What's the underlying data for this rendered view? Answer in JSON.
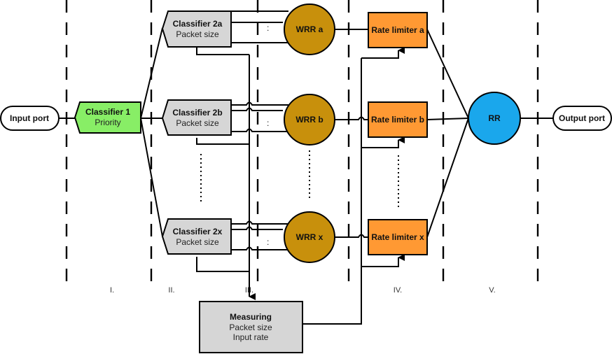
{
  "diagram": {
    "colors": {
      "classifier1": "#88ee66",
      "classifier2": "#d6d6d6",
      "wrr": "#c8900c",
      "rate_limiter": "#ff9933",
      "rr": "#1aa7ec",
      "measuring": "#d6d6d6",
      "line": "#000000"
    },
    "input_port": {
      "label": "Input port"
    },
    "output_port": {
      "label": "Output port"
    },
    "classifier1": {
      "title": "Classifier 1",
      "subtitle": "Priority"
    },
    "classifiers2": [
      {
        "title": "Classifier 2a",
        "subtitle": "Packet size"
      },
      {
        "title": "Classifier 2b",
        "subtitle": "Packet size"
      },
      {
        "title": "Classifier 2x",
        "subtitle": "Packet size"
      }
    ],
    "wrr": [
      {
        "label": "WRR a"
      },
      {
        "label": "WRR b"
      },
      {
        "label": "WRR x"
      }
    ],
    "rate_limiters": [
      {
        "label": "Rate limiter a"
      },
      {
        "label": "Rate limiter b"
      },
      {
        "label": "Rate limiter x"
      }
    ],
    "rr": {
      "label": "RR"
    },
    "measuring": {
      "title": "Measuring",
      "line1": "Packet size",
      "line2": "Input rate"
    },
    "stages": [
      "I.",
      "II.",
      "III.",
      "IV.",
      "V."
    ]
  }
}
